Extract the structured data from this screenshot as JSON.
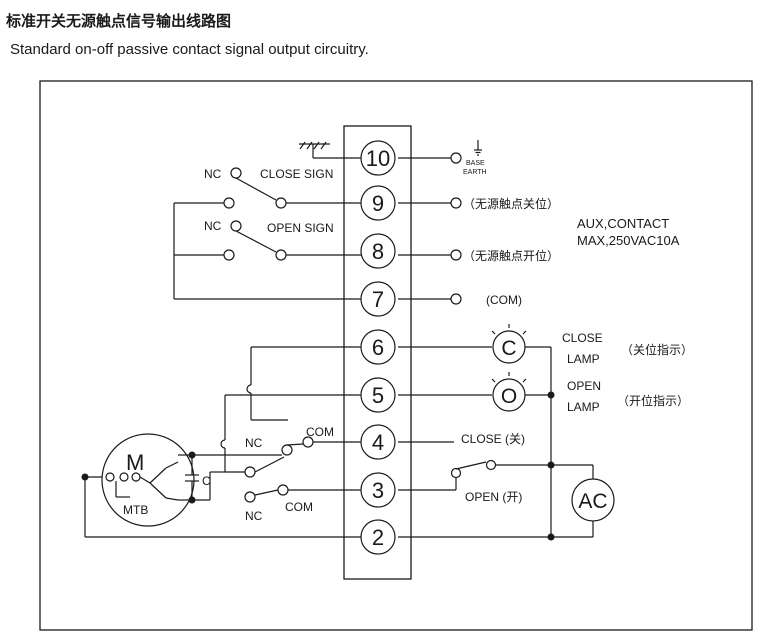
{
  "title_cn": "标准开关无源触点信号输出线路图",
  "title_en": "Standard on-off  passive contact signal output circuitry.",
  "terminals": [
    "10",
    "9",
    "8",
    "7",
    "6",
    "5",
    "4",
    "3",
    "2"
  ],
  "labels": {
    "close_sign": "CLOSE SIGN",
    "open_sign": "OPEN SIGN",
    "nc": "NC",
    "com": "COM",
    "com_paren": "(COM)",
    "base": "BASE",
    "earth": "EARTH",
    "passive_close": "（无源触点关位）",
    "passive_open": "（无源触点开位）",
    "aux_contact": "AUX,CONTACT",
    "max_rating": "MAX,250VAC10A",
    "close": "CLOSE",
    "open": "OPEN",
    "lamp": "LAMP",
    "close_indicator": "（关位指示）",
    "open_indicator": "（开位指示）",
    "close_cn": "CLOSE (关)",
    "open_cn": "OPEN (开)",
    "lamp_c": "C",
    "lamp_o": "O",
    "ac": "AC",
    "motor": "M",
    "mtb": "MTB",
    "capacitor": "C"
  }
}
